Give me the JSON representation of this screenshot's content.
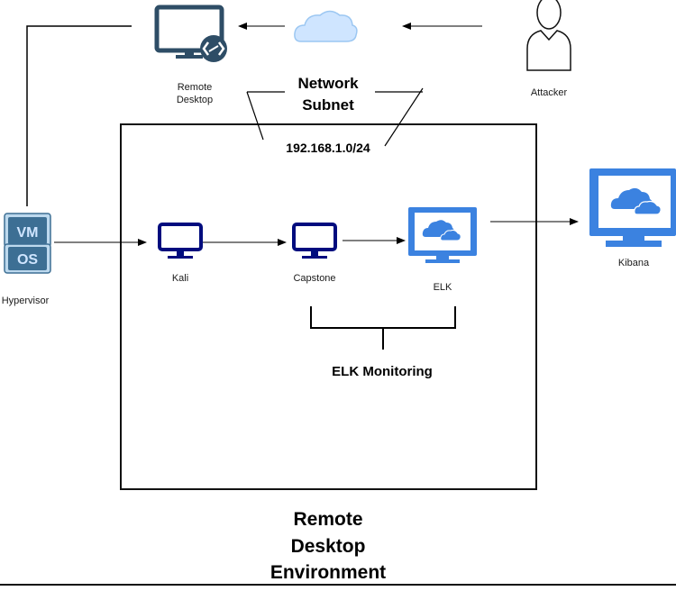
{
  "nodes": {
    "remote_desktop": {
      "label_line1": "Remote",
      "label_line2": "Desktop",
      "icon": "remote-desktop-monitor-icon"
    },
    "cloud": {
      "icon": "cloud-icon"
    },
    "attacker": {
      "label": "Attacker",
      "icon": "user-silhouette-icon"
    },
    "hypervisor": {
      "label": "Hypervisor",
      "vm_text": "VM",
      "os_text": "OS",
      "icon": "vm-os-stack-icon"
    },
    "kali": {
      "label": "Kali",
      "icon": "monitor-icon"
    },
    "capstone": {
      "label": "Capstone",
      "icon": "monitor-icon"
    },
    "elk": {
      "label": "ELK",
      "icon": "cloud-monitor-icon"
    },
    "kibana": {
      "label": "Kibana",
      "icon": "cloud-monitor-icon"
    }
  },
  "annotations": {
    "network_subnet_line1": "Network",
    "network_subnet_line2": "Subnet",
    "subnet_cidr": "192.168.1.0/24",
    "elk_monitoring": "ELK Monitoring",
    "environment_line1": "Remote",
    "environment_line2": "Desktop",
    "environment_line3": "Environment"
  },
  "colors": {
    "dark_navy": "#000c7e",
    "slate_blue": "#2e4d66",
    "azure": "#3b82e0",
    "cloud_light": "#cfe5ff",
    "vm_fill": "#3d6f94",
    "vm_bg": "#bdd9ee"
  }
}
